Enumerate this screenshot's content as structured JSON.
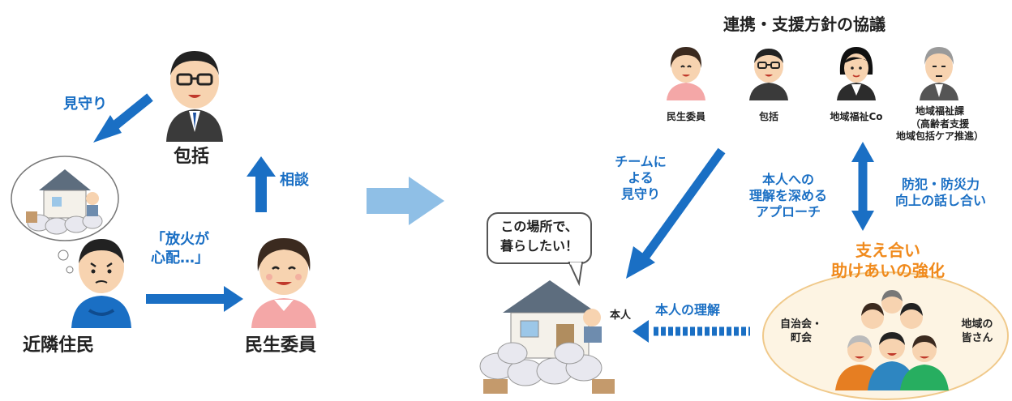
{
  "left": {
    "houkatsu_label": "包括",
    "neighbor_label": "近隣住民",
    "minsei_label": "民生委員",
    "mimamori": "見守り",
    "soudan": "相談",
    "worry_line1": "「放火が",
    "worry_line2": "心配…」"
  },
  "right": {
    "title": "連携・支援方針の協議",
    "members": [
      {
        "label": "民生委員"
      },
      {
        "label": "包括"
      },
      {
        "label": "地域福祉Co"
      },
      {
        "label_lines": [
          "地域福祉課",
          "（高齢者支援",
          "地域包括ケア推進）"
        ]
      }
    ],
    "team_mimamori": [
      "チームに",
      "よる",
      "見守り"
    ],
    "approach": [
      "本人への",
      "理解を深める",
      "アプローチ"
    ],
    "crime_disaster": [
      "防犯・防災力",
      "向上の話し合い"
    ],
    "speech": [
      "この場所で、",
      "暮らしたい！"
    ],
    "honnin": "本人",
    "honnin_rikai": "本人の理解",
    "support_line1": "支え合い",
    "support_line2": "助けあいの強化",
    "jichikai": [
      "自治会・",
      "町会"
    ],
    "community": [
      "地域の",
      "皆さん"
    ]
  },
  "colors": {
    "accent_blue": "#1a6fc4",
    "support_orange": "#f08a1c",
    "big_arrow": "#8fbfe6"
  }
}
